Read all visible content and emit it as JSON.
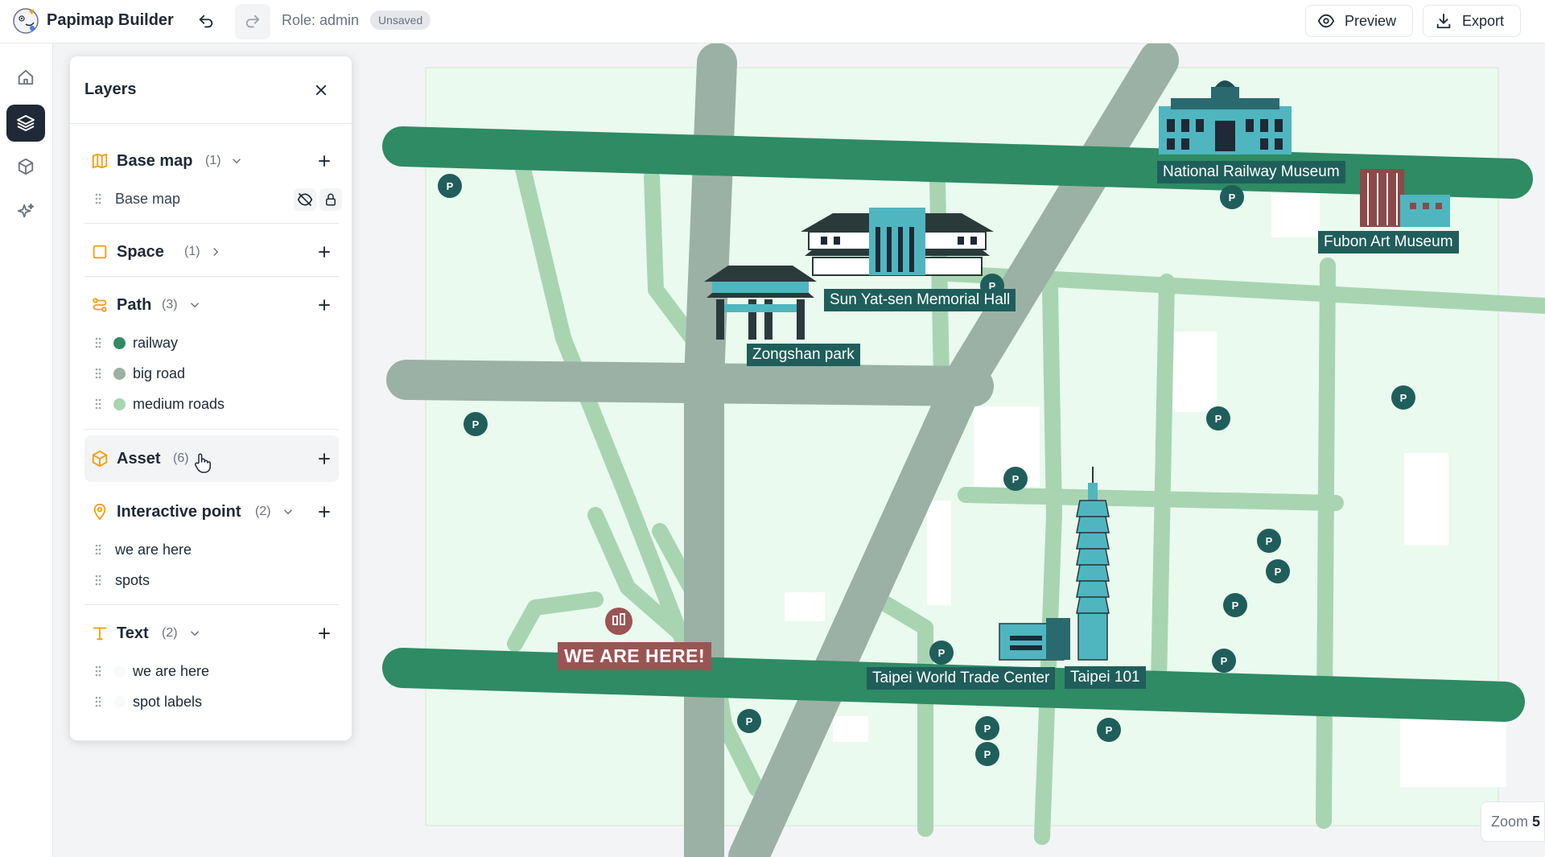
{
  "app": {
    "title": "Papimap Builder",
    "role_text": "Role: admin",
    "status_badge": "Unsaved",
    "preview_label": "Preview",
    "export_label": "Export"
  },
  "rail": {
    "items": [
      {
        "icon": "home-icon"
      },
      {
        "icon": "layers-icon",
        "active": true
      },
      {
        "icon": "cube-icon"
      },
      {
        "icon": "sparkle-icon"
      }
    ]
  },
  "layers_panel": {
    "title": "Layers",
    "groups": [
      {
        "name": "Base map",
        "count": "(1)",
        "icon": "map-icon",
        "expanded": true,
        "items": [
          {
            "label": "Base map"
          }
        ]
      },
      {
        "name": "Space",
        "count": "(1)",
        "icon": "square-icon",
        "expanded": false,
        "items": []
      },
      {
        "name": "Path",
        "count": "(3)",
        "icon": "route-icon",
        "expanded": true,
        "items": [
          {
            "label": "railway",
            "color": "#2e8b63"
          },
          {
            "label": "big road",
            "color": "#9bb1a5"
          },
          {
            "label": "medium roads",
            "color": "#a8d4b2"
          }
        ]
      },
      {
        "name": "Asset",
        "count": "(6)",
        "icon": "cube-icon",
        "expanded": false,
        "items": []
      },
      {
        "name": "Interactive point",
        "count": "(2)",
        "icon": "pin-icon",
        "expanded": true,
        "items": [
          {
            "label": "we are here"
          },
          {
            "label": "spots"
          }
        ]
      },
      {
        "name": "Text",
        "count": "(2)",
        "icon": "text-icon",
        "expanded": true,
        "items": [
          {
            "label": "we are here"
          },
          {
            "label": "spot labels"
          }
        ]
      }
    ]
  },
  "map": {
    "labels": {
      "national_railway_museum": "National Railway Museum",
      "fubon_art_museum": "Fubon Art Museum",
      "sun_yatsen_hall": "Sun Yat-sen Memorial Hall",
      "zongshan_park": "Zongshan park",
      "we_are_here": "WE ARE HERE!",
      "taipei_wtc": "Taipei World Trade Center",
      "taipei_101": "Taipei 101"
    },
    "parking_marker_text": "P",
    "colors": {
      "background": "#eafaee",
      "railway": "#2e8b63",
      "big_road": "#9bb1a5",
      "medium_road": "#a8d4b2",
      "label_bg": "#1f5e5b",
      "we_are_here_bg": "#9b5454"
    }
  },
  "zoom": {
    "label": "Zoom",
    "value": "5"
  },
  "accent_color": "#f59e0b"
}
